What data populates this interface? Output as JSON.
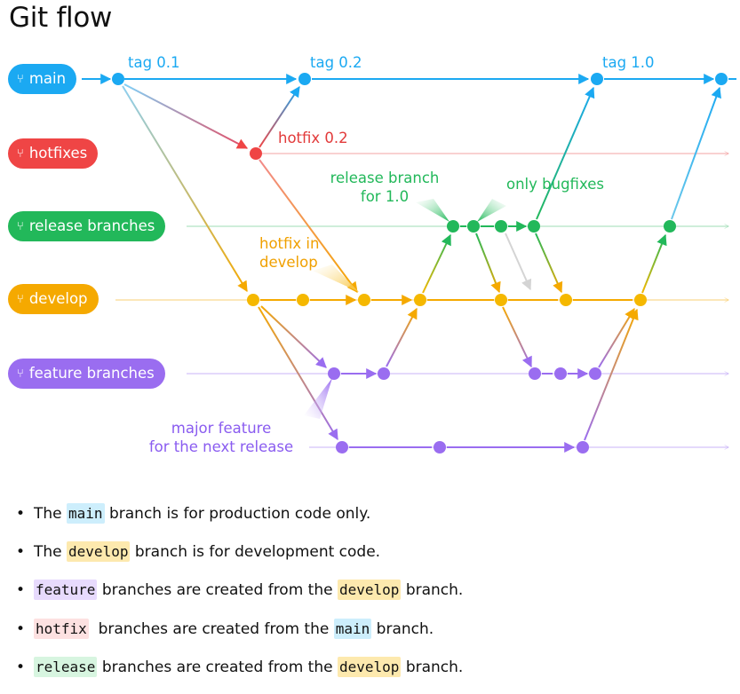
{
  "title": "Git flow",
  "branches": [
    {
      "id": "main",
      "label": "main",
      "color": "#1ba9f2"
    },
    {
      "id": "hotfixes",
      "label": "hotfixes",
      "color": "#ef4545"
    },
    {
      "id": "release",
      "label": "release branches",
      "color": "#22b85a"
    },
    {
      "id": "develop",
      "label": "develop",
      "color": "#f5a900"
    },
    {
      "id": "feature",
      "label": "feature branches",
      "color": "#9a6df0"
    }
  ],
  "branch_icon": "git-branch-icon",
  "annotations": {
    "tag_01": "tag 0.1",
    "tag_02": "tag 0.2",
    "tag_10": "tag 1.0",
    "hotfix_02": "hotfix 0.2",
    "release_branch_1": "release branch",
    "release_branch_2": "for 1.0",
    "only_bugfixes": "only bugfixes",
    "hotfix_in_1": "hotfix in",
    "hotfix_in_2": "develop",
    "major_feature_1": "major feature",
    "major_feature_2": "for the next release"
  },
  "notes": [
    {
      "before": "The ",
      "code": "main",
      "code_color": "main",
      "after": " branch is for production code only."
    },
    {
      "before": "The ",
      "code": "develop",
      "code_color": "develop",
      "after": " branch is for development code."
    },
    {
      "before": "",
      "code": "feature",
      "code_color": "feature",
      "after": " branches are created from the ",
      "code2": "develop",
      "code2_color": "develop",
      "after2": " branch."
    },
    {
      "before": "",
      "code": "hotfix",
      "code_color": "hotfix",
      "after": "  branches are created from the ",
      "code2": "main",
      "code2_color": "main",
      "after2": " branch."
    },
    {
      "before": "",
      "code": "release",
      "code_color": "release",
      "after": " branches are created from the ",
      "code2": "develop",
      "code2_color": "develop",
      "after2": " branch."
    }
  ]
}
